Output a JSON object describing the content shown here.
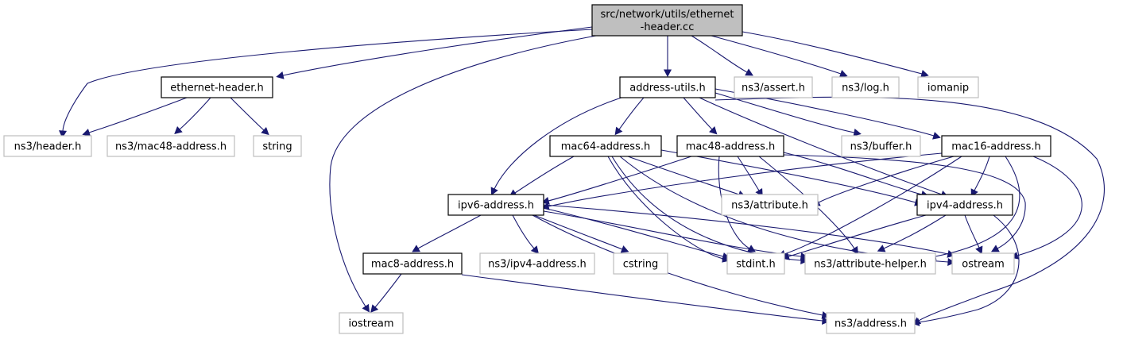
{
  "diagram": {
    "colors": {
      "edge": "#191970",
      "root_fill": "#bfbfbf",
      "root_stroke": "#000000",
      "local_stroke": "#000000",
      "external_stroke": "#bfbfbf",
      "fill": "#ffffff"
    },
    "nodes": [
      {
        "id": "root",
        "kind": "root",
        "lines": [
          "src/network/utils/ethernet",
          "-header.cc"
        ]
      },
      {
        "id": "ethernet_header",
        "kind": "local",
        "lines": [
          "ethernet-header.h"
        ]
      },
      {
        "id": "address_utils",
        "kind": "local",
        "lines": [
          "address-utils.h"
        ]
      },
      {
        "id": "ns3_assert",
        "kind": "external",
        "lines": [
          "ns3/assert.h"
        ]
      },
      {
        "id": "ns3_log",
        "kind": "external",
        "lines": [
          "ns3/log.h"
        ]
      },
      {
        "id": "iomanip",
        "kind": "external",
        "lines": [
          "iomanip"
        ]
      },
      {
        "id": "ns3_header",
        "kind": "external",
        "lines": [
          "ns3/header.h"
        ]
      },
      {
        "id": "ns3_mac48",
        "kind": "external",
        "lines": [
          "ns3/mac48-address.h"
        ]
      },
      {
        "id": "string",
        "kind": "external",
        "lines": [
          "string"
        ]
      },
      {
        "id": "mac64",
        "kind": "local",
        "lines": [
          "mac64-address.h"
        ]
      },
      {
        "id": "mac48",
        "kind": "local",
        "lines": [
          "mac48-address.h"
        ]
      },
      {
        "id": "ns3_buffer",
        "kind": "external",
        "lines": [
          "ns3/buffer.h"
        ]
      },
      {
        "id": "mac16",
        "kind": "local",
        "lines": [
          "mac16-address.h"
        ]
      },
      {
        "id": "ipv6",
        "kind": "local",
        "lines": [
          "ipv6-address.h"
        ]
      },
      {
        "id": "ns3_attribute",
        "kind": "external",
        "lines": [
          "ns3/attribute.h"
        ]
      },
      {
        "id": "ipv4",
        "kind": "local",
        "lines": [
          "ipv4-address.h"
        ]
      },
      {
        "id": "mac8",
        "kind": "local",
        "lines": [
          "mac8-address.h"
        ]
      },
      {
        "id": "ns3_ipv4",
        "kind": "external",
        "lines": [
          "ns3/ipv4-address.h"
        ]
      },
      {
        "id": "cstring",
        "kind": "external",
        "lines": [
          "cstring"
        ]
      },
      {
        "id": "stdint",
        "kind": "external",
        "lines": [
          "stdint.h"
        ]
      },
      {
        "id": "ns3_attr_helper",
        "kind": "external",
        "lines": [
          "ns3/attribute-helper.h"
        ]
      },
      {
        "id": "ostream",
        "kind": "external",
        "lines": [
          "ostream"
        ]
      },
      {
        "id": "iostream",
        "kind": "external",
        "lines": [
          "iostream"
        ]
      },
      {
        "id": "ns3_address",
        "kind": "external",
        "lines": [
          "ns3/address.h"
        ]
      }
    ],
    "edges": [
      {
        "from": "root",
        "to": "ethernet_header"
      },
      {
        "from": "root",
        "to": "address_utils"
      },
      {
        "from": "root",
        "to": "ns3_assert"
      },
      {
        "from": "root",
        "to": "ns3_log"
      },
      {
        "from": "root",
        "to": "iomanip"
      },
      {
        "from": "root",
        "to": "ns3_header"
      },
      {
        "from": "root",
        "to": "iostream"
      },
      {
        "from": "ethernet_header",
        "to": "ns3_header"
      },
      {
        "from": "ethernet_header",
        "to": "ns3_mac48"
      },
      {
        "from": "ethernet_header",
        "to": "string"
      },
      {
        "from": "address_utils",
        "to": "mac64"
      },
      {
        "from": "address_utils",
        "to": "mac48"
      },
      {
        "from": "address_utils",
        "to": "ns3_buffer"
      },
      {
        "from": "address_utils",
        "to": "mac16"
      },
      {
        "from": "address_utils",
        "to": "ipv6"
      },
      {
        "from": "address_utils",
        "to": "ipv4"
      },
      {
        "from": "address_utils",
        "to": "ns3_address"
      },
      {
        "from": "mac64",
        "to": "ipv6"
      },
      {
        "from": "mac64",
        "to": "ns3_attribute"
      },
      {
        "from": "mac64",
        "to": "ipv4"
      },
      {
        "from": "mac64",
        "to": "stdint"
      },
      {
        "from": "mac64",
        "to": "ns3_attr_helper"
      },
      {
        "from": "mac64",
        "to": "ostream"
      },
      {
        "from": "mac48",
        "to": "ipv6"
      },
      {
        "from": "mac48",
        "to": "ns3_attribute"
      },
      {
        "from": "mac48",
        "to": "ipv4"
      },
      {
        "from": "mac48",
        "to": "stdint"
      },
      {
        "from": "mac48",
        "to": "ns3_attr_helper"
      },
      {
        "from": "mac48",
        "to": "ostream"
      },
      {
        "from": "mac16",
        "to": "ipv6"
      },
      {
        "from": "mac16",
        "to": "ns3_attribute"
      },
      {
        "from": "mac16",
        "to": "ipv4"
      },
      {
        "from": "mac16",
        "to": "stdint"
      },
      {
        "from": "mac16",
        "to": "ns3_attr_helper"
      },
      {
        "from": "mac16",
        "to": "ostream"
      },
      {
        "from": "ipv6",
        "to": "mac8"
      },
      {
        "from": "ipv6",
        "to": "ns3_ipv4"
      },
      {
        "from": "ipv6",
        "to": "cstring"
      },
      {
        "from": "ipv6",
        "to": "stdint"
      },
      {
        "from": "ipv6",
        "to": "ns3_attr_helper"
      },
      {
        "from": "ipv6",
        "to": "ostream"
      },
      {
        "from": "ipv6",
        "to": "ns3_address"
      },
      {
        "from": "ipv4",
        "to": "stdint"
      },
      {
        "from": "ipv4",
        "to": "ns3_attr_helper"
      },
      {
        "from": "ipv4",
        "to": "ostream"
      },
      {
        "from": "ipv4",
        "to": "ns3_address"
      },
      {
        "from": "mac8",
        "to": "iostream"
      },
      {
        "from": "mac8",
        "to": "ns3_address"
      }
    ]
  }
}
